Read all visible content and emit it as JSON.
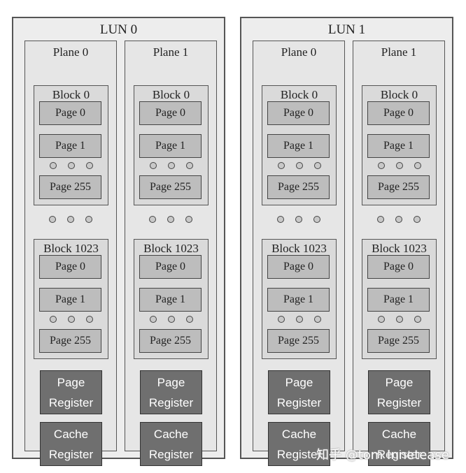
{
  "diagram": {
    "luns": [
      {
        "title": "LUN 0",
        "planes": [
          {
            "title": "Plane 0",
            "blocks": [
              {
                "title": "Block 0",
                "pages": [
                  "Page 0",
                  "Page 1",
                  "Page 255"
                ]
              },
              {
                "title": "Block 1023",
                "pages": [
                  "Page 0",
                  "Page 1",
                  "Page 255"
                ]
              }
            ],
            "page_register": [
              "Page",
              "Register"
            ],
            "cache_register": [
              "Cache",
              "Register"
            ]
          },
          {
            "title": "Plane 1",
            "blocks": [
              {
                "title": "Block 0",
                "pages": [
                  "Page 0",
                  "Page 1",
                  "Page 255"
                ]
              },
              {
                "title": "Block 1023",
                "pages": [
                  "Page 0",
                  "Page 1",
                  "Page 255"
                ]
              }
            ],
            "page_register": [
              "Page",
              "Register"
            ],
            "cache_register": [
              "Cache",
              "Register"
            ]
          }
        ]
      },
      {
        "title": "LUN 1",
        "planes": [
          {
            "title": "Plane 0",
            "blocks": [
              {
                "title": "Block 0",
                "pages": [
                  "Page 0",
                  "Page 1",
                  "Page 255"
                ]
              },
              {
                "title": "Block 1023",
                "pages": [
                  "Page 0",
                  "Page 1",
                  "Page 255"
                ]
              }
            ],
            "page_register": [
              "Page",
              "Register"
            ],
            "cache_register": [
              "Cache",
              "Register"
            ]
          },
          {
            "title": "Plane 1",
            "blocks": [
              {
                "title": "Block 0",
                "pages": [
                  "Page 0",
                  "Page 1",
                  "Page 255"
                ]
              },
              {
                "title": "Block 1023",
                "pages": [
                  "Page 0",
                  "Page 1",
                  "Page 255"
                ]
              }
            ],
            "page_register": [
              "Page",
              "Register"
            ],
            "cache_register": [
              "Cache",
              "Register"
            ]
          }
        ]
      }
    ]
  },
  "watermark": "知乎 @tom Innetease",
  "colors": {
    "lun_bg": "#ededed",
    "plane_bg": "#e6e6e6",
    "block_bg": "#dadada",
    "page_bg": "#bdbdbd",
    "register_bg": "#6f6f6f",
    "border": "#555555"
  }
}
